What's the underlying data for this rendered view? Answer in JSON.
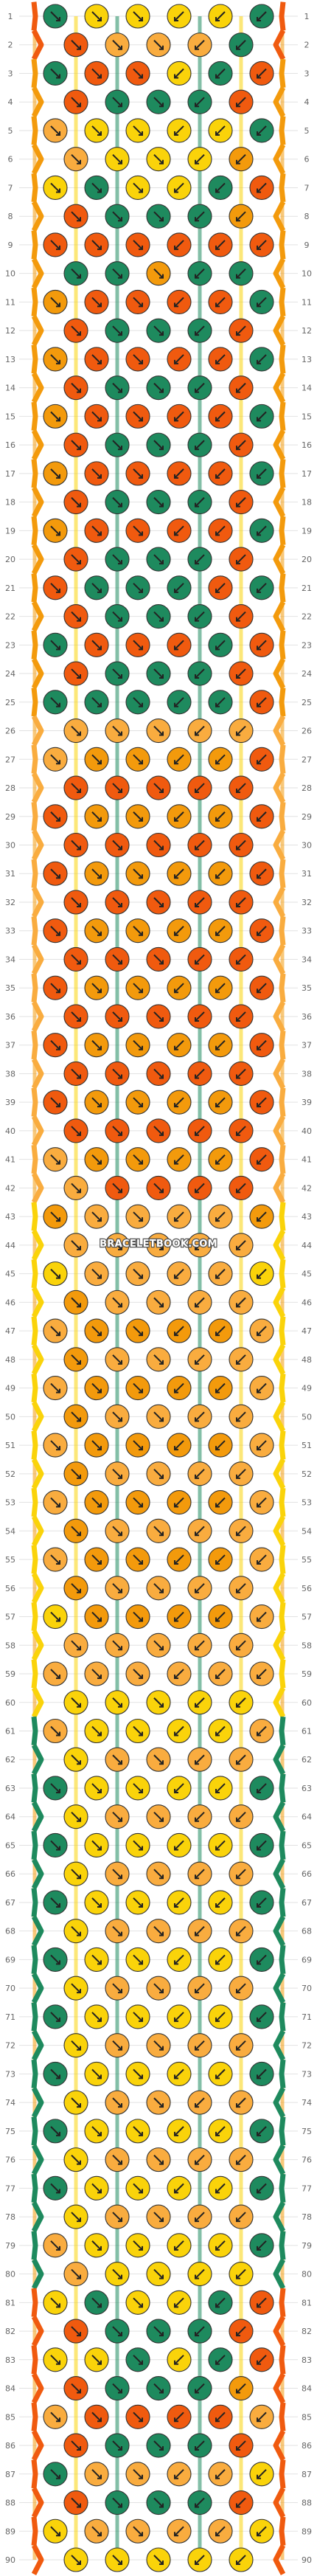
{
  "watermark": "BRACELETBOOK.COM",
  "colors": {
    "A": "#f05a0f",
    "B": "#f39a0c",
    "C": "#fad30a",
    "D": "#1e8a5e",
    "E": "#f9ac3f",
    "background": "#ffffff",
    "row_line": "#e2e2e2",
    "arrow": "#222222"
  },
  "pattern": {
    "strings": 16,
    "rows": 90,
    "row_labels": [
      "1",
      "2",
      "3",
      "4",
      "5",
      "6",
      "7",
      "8",
      "9",
      "10",
      "11",
      "12",
      "13",
      "14",
      "15",
      "16",
      "17",
      "18",
      "19",
      "20",
      "21",
      "22",
      "23",
      "24",
      "25",
      "26",
      "27",
      "28",
      "29",
      "30",
      "31",
      "32",
      "33",
      "34",
      "35",
      "36",
      "37",
      "38",
      "39",
      "40",
      "41",
      "42",
      "43",
      "44",
      "45",
      "46",
      "47",
      "48",
      "49",
      "50",
      "51",
      "52",
      "53",
      "54",
      "55",
      "56",
      "57",
      "58",
      "59",
      "60",
      "61",
      "62",
      "63",
      "64",
      "65",
      "66",
      "67",
      "68",
      "69",
      "70",
      "71",
      "72",
      "73",
      "74",
      "75",
      "76",
      "77",
      "78",
      "79",
      "80",
      "81",
      "82",
      "83",
      "84",
      "85",
      "86",
      "87",
      "88",
      "89",
      "90"
    ],
    "knot_colors": [
      "DCCCCD",
      "AEEEDA",
      "DAACDA",
      "ADDDAC",
      "ECCCCD",
      "ECCCBD",
      "CDCCDA",
      "ADDDBA",
      "AAAAAA",
      "DDBDDA",
      "BAAAAD",
      "ADDDAB",
      "BAAAAD",
      "ADDDAB",
      "BAAAAD",
      "ADDDAB",
      "BAAAAD",
      "ADDDAB",
      "BAAAAD",
      "ADDDAB",
      "ADDDAD",
      "ADDDAB",
      "DAAADA",
      "ADDDAD",
      "DDDDDA",
      "EEEEEE",
      "EBBBBA",
      "AAAAAE",
      "ABBBBA",
      "AAAAAE",
      "ABBBBA",
      "AAAAAE",
      "ABBBBA",
      "AAAAAE",
      "ABBBBA",
      "AAAAAE",
      "ABBBBA",
      "AAAAAE",
      "ABBBBA",
      "AAAAAE",
      "EBBBBA",
      "EAAAAE",
      "BEEEEB",
      "EEEEEE",
      "CEEEEC",
      "BEEEEE",
      "EBBBBE",
      "BEEEEB",
      "EBBBBE",
      "BEEEEB",
      "EBBBBE",
      "BEEEEB",
      "EBBBBE",
      "BEEEEB",
      "EBBBBE",
      "BEEEEB",
      "CBBBBE",
      "EEEEEE",
      "EEEEEE",
      "CCCCCC",
      "ECCCCE",
      "CEEEEC",
      "DCCCCD",
      "CEEEEC",
      "DCCCCD",
      "CEEEEC",
      "DCCCCD",
      "CEEEEC",
      "DCCCCD",
      "CEEEEC",
      "DCCCCD",
      "CEEEEC",
      "DCCCCD",
      "CEEEEC",
      "DCCCCD",
      "CEEEEC",
      "DCCCCD",
      "CEEEEC",
      "ECCCCD",
      "ECCCCD",
      "CDCCDA",
      "ADDDAE",
      "CCDCDA",
      "ADDDBA",
      "EAAAAE",
      "ADDDAB",
      "DEEEEC",
      "ADDDAD",
      "CEEEEC",
      "CCCCCC"
    ],
    "edge_colors": [
      [
        "A",
        "A"
      ],
      [
        "A",
        "A"
      ],
      [
        "B",
        "B"
      ],
      [
        "B",
        "B"
      ],
      [
        "B",
        "B"
      ],
      [
        "B",
        "B"
      ],
      [
        "B",
        "B"
      ],
      [
        "B",
        "B"
      ],
      [
        "B",
        "B"
      ],
      [
        "B",
        "B"
      ],
      [
        "B",
        "B"
      ],
      [
        "B",
        "B"
      ],
      [
        "B",
        "B"
      ],
      [
        "B",
        "B"
      ],
      [
        "B",
        "B"
      ],
      [
        "B",
        "B"
      ],
      [
        "B",
        "B"
      ],
      [
        "B",
        "B"
      ],
      [
        "B",
        "B"
      ],
      [
        "B",
        "B"
      ],
      [
        "B",
        "B"
      ],
      [
        "B",
        "B"
      ],
      [
        "B",
        "B"
      ],
      [
        "B",
        "B"
      ],
      [
        "B",
        "B"
      ],
      [
        "E",
        "E"
      ],
      [
        "E",
        "E"
      ],
      [
        "E",
        "E"
      ],
      [
        "E",
        "E"
      ],
      [
        "E",
        "E"
      ],
      [
        "E",
        "E"
      ],
      [
        "E",
        "E"
      ],
      [
        "E",
        "E"
      ],
      [
        "E",
        "E"
      ],
      [
        "E",
        "E"
      ],
      [
        "E",
        "E"
      ],
      [
        "E",
        "E"
      ],
      [
        "E",
        "E"
      ],
      [
        "E",
        "E"
      ],
      [
        "E",
        "E"
      ],
      [
        "E",
        "E"
      ],
      [
        "E",
        "E"
      ],
      [
        "C",
        "C"
      ],
      [
        "C",
        "C"
      ],
      [
        "C",
        "C"
      ],
      [
        "C",
        "C"
      ],
      [
        "C",
        "C"
      ],
      [
        "C",
        "C"
      ],
      [
        "C",
        "C"
      ],
      [
        "C",
        "C"
      ],
      [
        "C",
        "C"
      ],
      [
        "C",
        "C"
      ],
      [
        "C",
        "C"
      ],
      [
        "C",
        "C"
      ],
      [
        "C",
        "C"
      ],
      [
        "C",
        "C"
      ],
      [
        "C",
        "C"
      ],
      [
        "C",
        "C"
      ],
      [
        "C",
        "C"
      ],
      [
        "C",
        "C"
      ],
      [
        "D",
        "D"
      ],
      [
        "D",
        "D"
      ],
      [
        "D",
        "D"
      ],
      [
        "D",
        "D"
      ],
      [
        "D",
        "D"
      ],
      [
        "D",
        "D"
      ],
      [
        "D",
        "D"
      ],
      [
        "D",
        "D"
      ],
      [
        "D",
        "D"
      ],
      [
        "D",
        "D"
      ],
      [
        "D",
        "D"
      ],
      [
        "D",
        "D"
      ],
      [
        "D",
        "D"
      ],
      [
        "D",
        "D"
      ],
      [
        "D",
        "D"
      ],
      [
        "D",
        "D"
      ],
      [
        "D",
        "D"
      ],
      [
        "D",
        "D"
      ],
      [
        "D",
        "D"
      ],
      [
        "D",
        "D"
      ],
      [
        "A",
        "A"
      ],
      [
        "A",
        "A"
      ],
      [
        "A",
        "A"
      ],
      [
        "A",
        "A"
      ],
      [
        "A",
        "A"
      ],
      [
        "A",
        "A"
      ],
      [
        "A",
        "A"
      ],
      [
        "A",
        "A"
      ],
      [
        "A",
        "A"
      ],
      [
        "A",
        "A"
      ]
    ]
  }
}
